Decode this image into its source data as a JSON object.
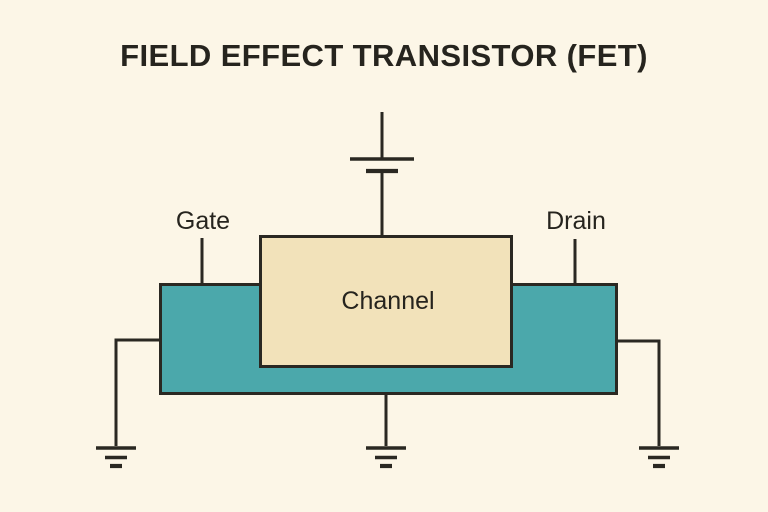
{
  "title": "FIELD EFFECT TRANSISTOR (FET)",
  "diagram": {
    "labels": {
      "gate": "Gate",
      "drain": "Drain",
      "channel": "Channel"
    },
    "icons": {
      "battery": "battery-icon",
      "ground": "ground-icon"
    }
  },
  "colors": {
    "bg": "#fcf6e7",
    "substrate": "#4ba8ab",
    "channel": "#f2e2ba",
    "line": "#2a2822",
    "ink": "#26241e"
  }
}
